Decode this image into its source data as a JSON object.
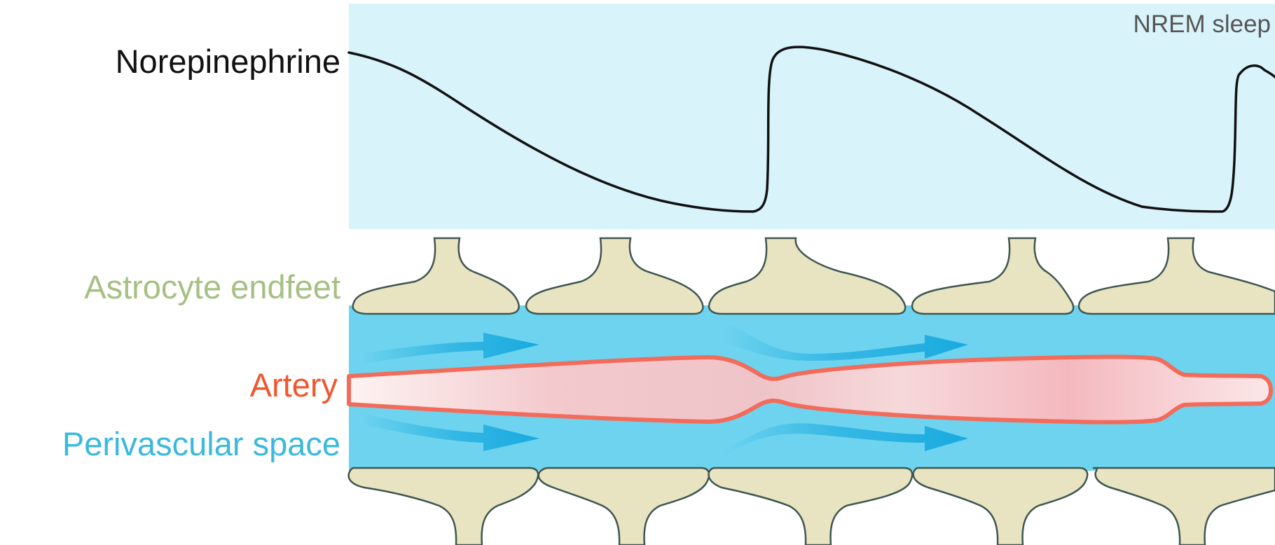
{
  "labels": {
    "norepinephrine": "Norepinephrine",
    "nrem_sleep": "NREM sleep",
    "astrocyte_endfeet": "Astrocyte endfeet",
    "artery": "Artery",
    "perivascular_space": "Perivascular space"
  },
  "colors": {
    "panel_bg": "#d9f3fb",
    "perivascular_fluid": "#6dd3ef",
    "endfoot_fill": "#e8e4c1",
    "endfoot_stroke": "#3f5650",
    "artery_wall": "#f26b5b",
    "artery_lumen": "#f7d4d4",
    "flow_arrow": "#19aadf",
    "label_norepinephrine": "#111111",
    "label_nrem": "#555555",
    "label_astrocyte": "#a6c083",
    "label_artery": "#f0572e",
    "label_perivascular": "#3ab9dd",
    "trace": "#111111"
  }
}
